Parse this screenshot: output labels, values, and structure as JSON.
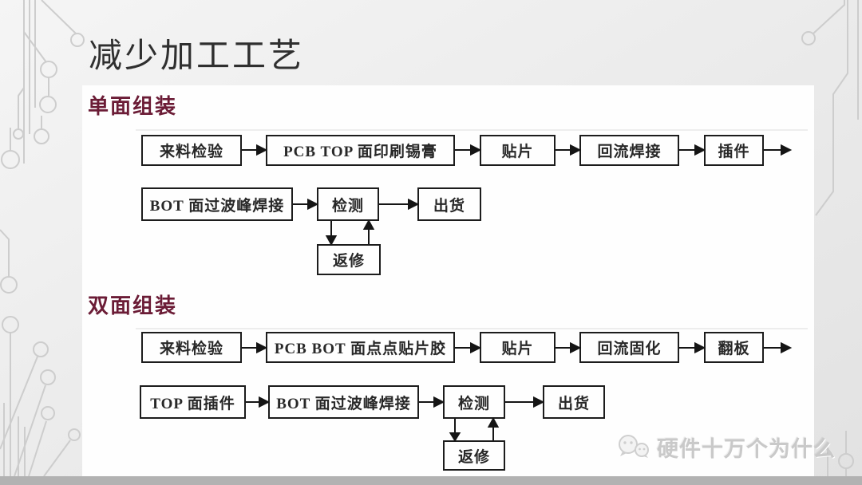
{
  "title": "减少加工工艺",
  "sections": [
    {
      "header": "单面组装",
      "row1": [
        "来料检验",
        "PCB TOP 面印刷锡膏",
        "贴片",
        "回流焊接",
        "插件"
      ],
      "row2": [
        "BOT 面过波峰焊接",
        "检测",
        "出货"
      ],
      "rework": "返修"
    },
    {
      "header": "双面组装",
      "row1": [
        "来料检验",
        "PCB BOT 面点点贴片胶",
        "贴片",
        "回流固化",
        "翻板"
      ],
      "row2": [
        "TOP 面插件",
        "BOT 面过波峰焊接",
        "检测",
        "出货"
      ],
      "rework": "返修"
    }
  ],
  "watermark": {
    "icon": "wechat-icon",
    "text": "硬件十万个为什么"
  },
  "colors": {
    "section_header": "#6b1c36",
    "box_border": "#1c1c1c",
    "arrow": "#151515",
    "watermark_gray": "#c9c9c9",
    "bottom_bar": "#b2b2b2"
  }
}
